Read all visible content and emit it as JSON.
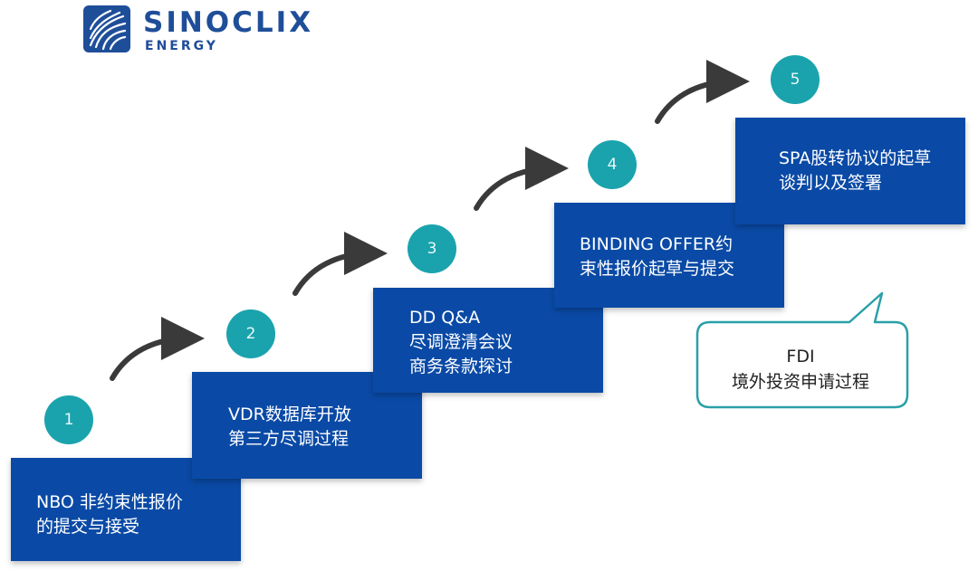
{
  "logo": {
    "name": "SINOCLIX",
    "sub": "ENERGY"
  },
  "steps": [
    {
      "number": "1",
      "line1": "NBO 非约束性报价",
      "line2": "的提交与接受"
    },
    {
      "number": "2",
      "line1": "VDR数据库开放",
      "line2": "第三方尽调过程"
    },
    {
      "number": "3",
      "line1": "DD Q&A",
      "line2": "尽调澄清会议",
      "line3": "商务条款探讨"
    },
    {
      "number": "4",
      "line1": "BINDING OFFER约",
      "line2": "束性报价起草与提交"
    },
    {
      "number": "5",
      "line1": "SPA股转协议的起草",
      "line2": "谈判以及签署"
    }
  ],
  "callout": {
    "line1": "FDI",
    "line2": "境外投资申请过程"
  },
  "colors": {
    "step_blue": "#0a4aa6",
    "circle_teal": "#1aa3ad",
    "logo_blue": "#1f4e99",
    "arrow": "#3a3a3a"
  }
}
